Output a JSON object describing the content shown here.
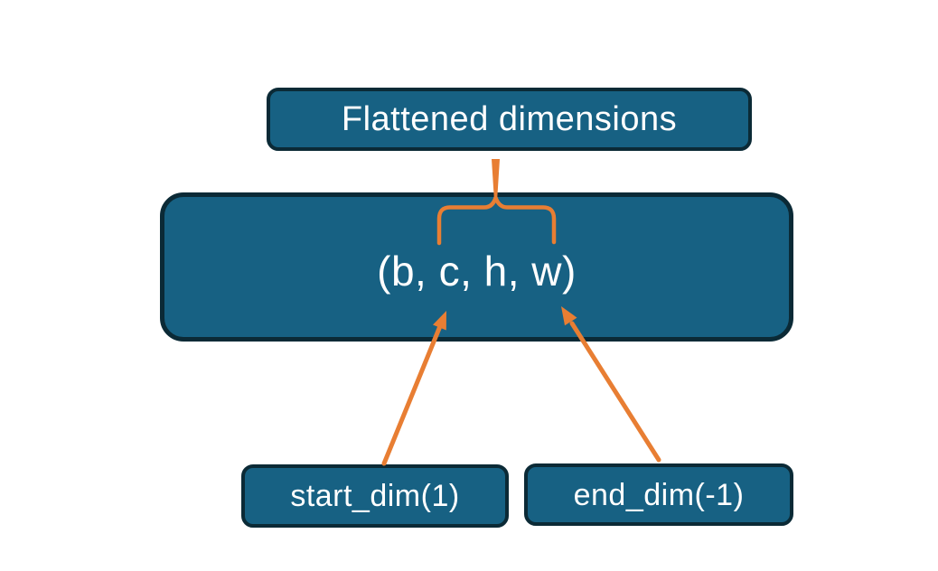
{
  "diagram": {
    "flattened_box": {
      "label": "Flattened dimensions"
    },
    "tensor_box": {
      "label": "(b, c, h, w)"
    },
    "start_dim_box": {
      "label": "start_dim(1)"
    },
    "end_dim_box": {
      "label": "end_dim(-1)"
    },
    "colors": {
      "box_fill": "#176183",
      "box_border": "#0B2A36",
      "accent_orange": "#E87E33",
      "label_text": "#FFFFFF",
      "background": "#FFFFFF"
    }
  }
}
